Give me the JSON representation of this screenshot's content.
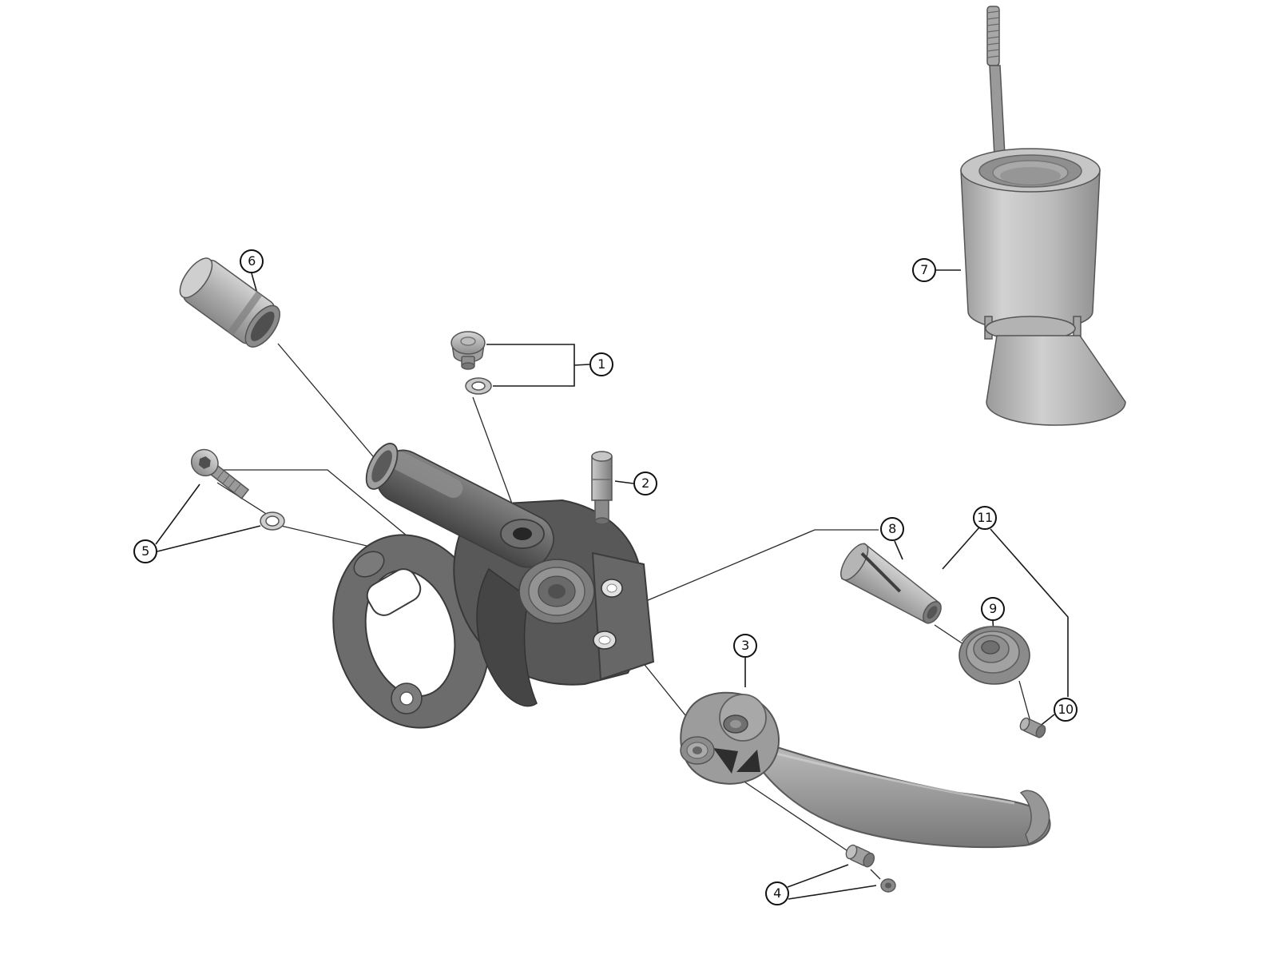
{
  "page": {
    "background_color": "#ffffff",
    "kind": "exploded-parts-diagram"
  },
  "diagram": {
    "line_color": "#1a1a1a",
    "part_colors": {
      "light_metal": "#cfcfcf",
      "mid_metal": "#9a9a9a",
      "dark_metal": "#585858",
      "outline": "#3a3a3a"
    },
    "callouts": [
      {
        "number": "1",
        "part": "screw-and-gasket"
      },
      {
        "number": "2",
        "part": "cylinder-pin"
      },
      {
        "number": "3",
        "part": "lever-blade"
      },
      {
        "number": "4",
        "part": "pin-and-nut-set"
      },
      {
        "number": "5",
        "part": "clamp-bolt-and-washer"
      },
      {
        "number": "6",
        "part": "barrel-bushing"
      },
      {
        "number": "7",
        "part": "bleed-funnel"
      },
      {
        "number": "8",
        "part": "split-sleeve"
      },
      {
        "number": "9",
        "part": "seal-grommet"
      },
      {
        "number": "10",
        "part": "small-plug"
      },
      {
        "number": "11",
        "part": "connector-unit"
      }
    ]
  }
}
